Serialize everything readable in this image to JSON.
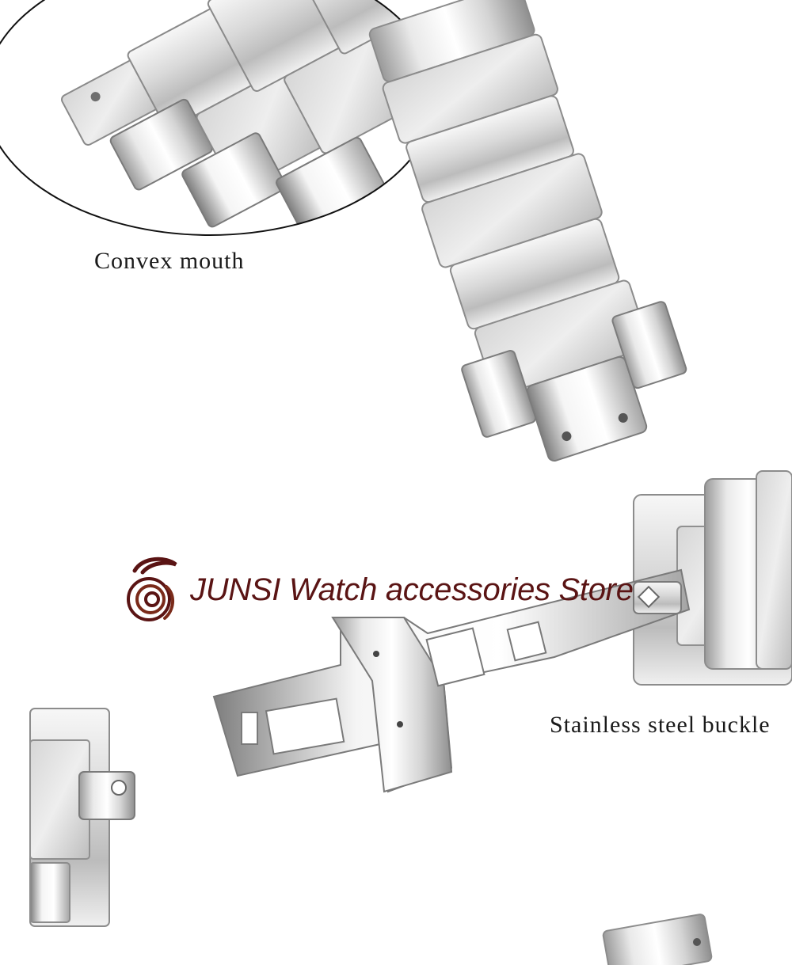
{
  "captions": {
    "convex_mouth": "Convex mouth",
    "buckle": "Stainless steel buckle"
  },
  "watermark": {
    "store_name": "JUNSI Watch accessories Store"
  },
  "colors": {
    "background": "#ffffff",
    "steel_light": "#f2f2f2",
    "steel_mid": "#c8c8c8",
    "steel_dark": "#8c8c8c",
    "watermark": "#5a1414"
  },
  "icons": {
    "logo": "swirl-logo-icon"
  }
}
